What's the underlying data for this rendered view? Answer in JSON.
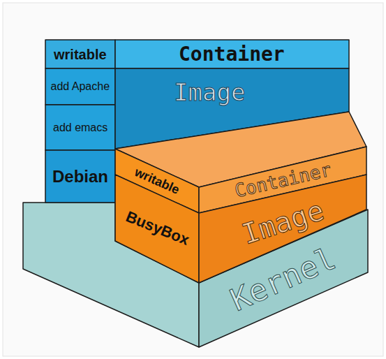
{
  "diagram": {
    "nodes": [
      {
        "text": [
          "writable",
          "Container"
        ]
      },
      {
        "text": [
          "add Apache"
        ]
      },
      {
        "text": [
          "add emacs"
        ]
      },
      {
        "text": [
          "Debian"
        ]
      },
      {
        "text": [
          "Image"
        ]
      },
      {
        "text": [
          "writable",
          "Container"
        ]
      },
      {
        "text": [
          "BusyBox",
          "Image"
        ]
      },
      {
        "text": [
          "Kernel"
        ]
      }
    ]
  }
}
